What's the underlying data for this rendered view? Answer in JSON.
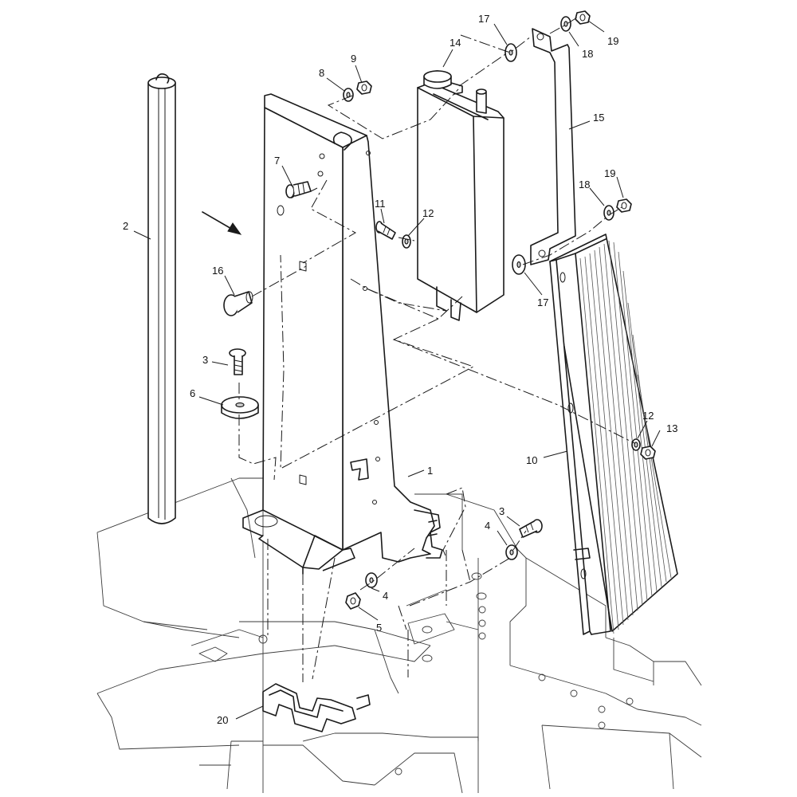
{
  "callouts": [
    {
      "id": "c1",
      "label": "1"
    },
    {
      "id": "c2",
      "label": "2"
    },
    {
      "id": "c3a",
      "label": "3"
    },
    {
      "id": "c3b",
      "label": "3"
    },
    {
      "id": "c4a",
      "label": "4"
    },
    {
      "id": "c4b",
      "label": "4"
    },
    {
      "id": "c5",
      "label": "5"
    },
    {
      "id": "c6",
      "label": "6"
    },
    {
      "id": "c7",
      "label": "7"
    },
    {
      "id": "c8",
      "label": "8"
    },
    {
      "id": "c9",
      "label": "9"
    },
    {
      "id": "c10",
      "label": "10"
    },
    {
      "id": "c11",
      "label": "11"
    },
    {
      "id": "c12a",
      "label": "12"
    },
    {
      "id": "c12b",
      "label": "12"
    },
    {
      "id": "c13",
      "label": "13"
    },
    {
      "id": "c14",
      "label": "14"
    },
    {
      "id": "c15",
      "label": "15"
    },
    {
      "id": "c16",
      "label": "16"
    },
    {
      "id": "c17a",
      "label": "17"
    },
    {
      "id": "c17b",
      "label": "17"
    },
    {
      "id": "c18a",
      "label": "18"
    },
    {
      "id": "c18b",
      "label": "18"
    },
    {
      "id": "c19a",
      "label": "19"
    },
    {
      "id": "c19b",
      "label": "19"
    },
    {
      "id": "c20",
      "label": "20"
    }
  ],
  "colors": {
    "line": "#1a1a1a",
    "background": "#ffffff"
  }
}
